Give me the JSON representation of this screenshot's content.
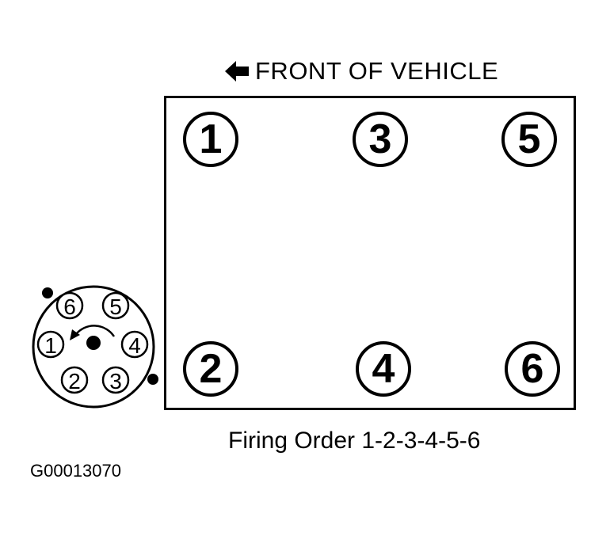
{
  "front_label": "FRONT OF VEHICLE",
  "engine_cylinders": [
    {
      "number": "1"
    },
    {
      "number": "3"
    },
    {
      "number": "5"
    },
    {
      "number": "2"
    },
    {
      "number": "4"
    },
    {
      "number": "6"
    }
  ],
  "distributor_terminals": [
    {
      "number": "6"
    },
    {
      "number": "5"
    },
    {
      "number": "1"
    },
    {
      "number": "4"
    },
    {
      "number": "2"
    },
    {
      "number": "3"
    }
  ],
  "firing_order": "Firing Order 1-2-3-4-5-6",
  "figure_id": "G00013070",
  "icons": {
    "front_arrow": "left-arrow-icon",
    "rotation_arrow": "rotation-arrow-icon"
  },
  "colors": {
    "line": "#000000",
    "background": "#ffffff"
  }
}
